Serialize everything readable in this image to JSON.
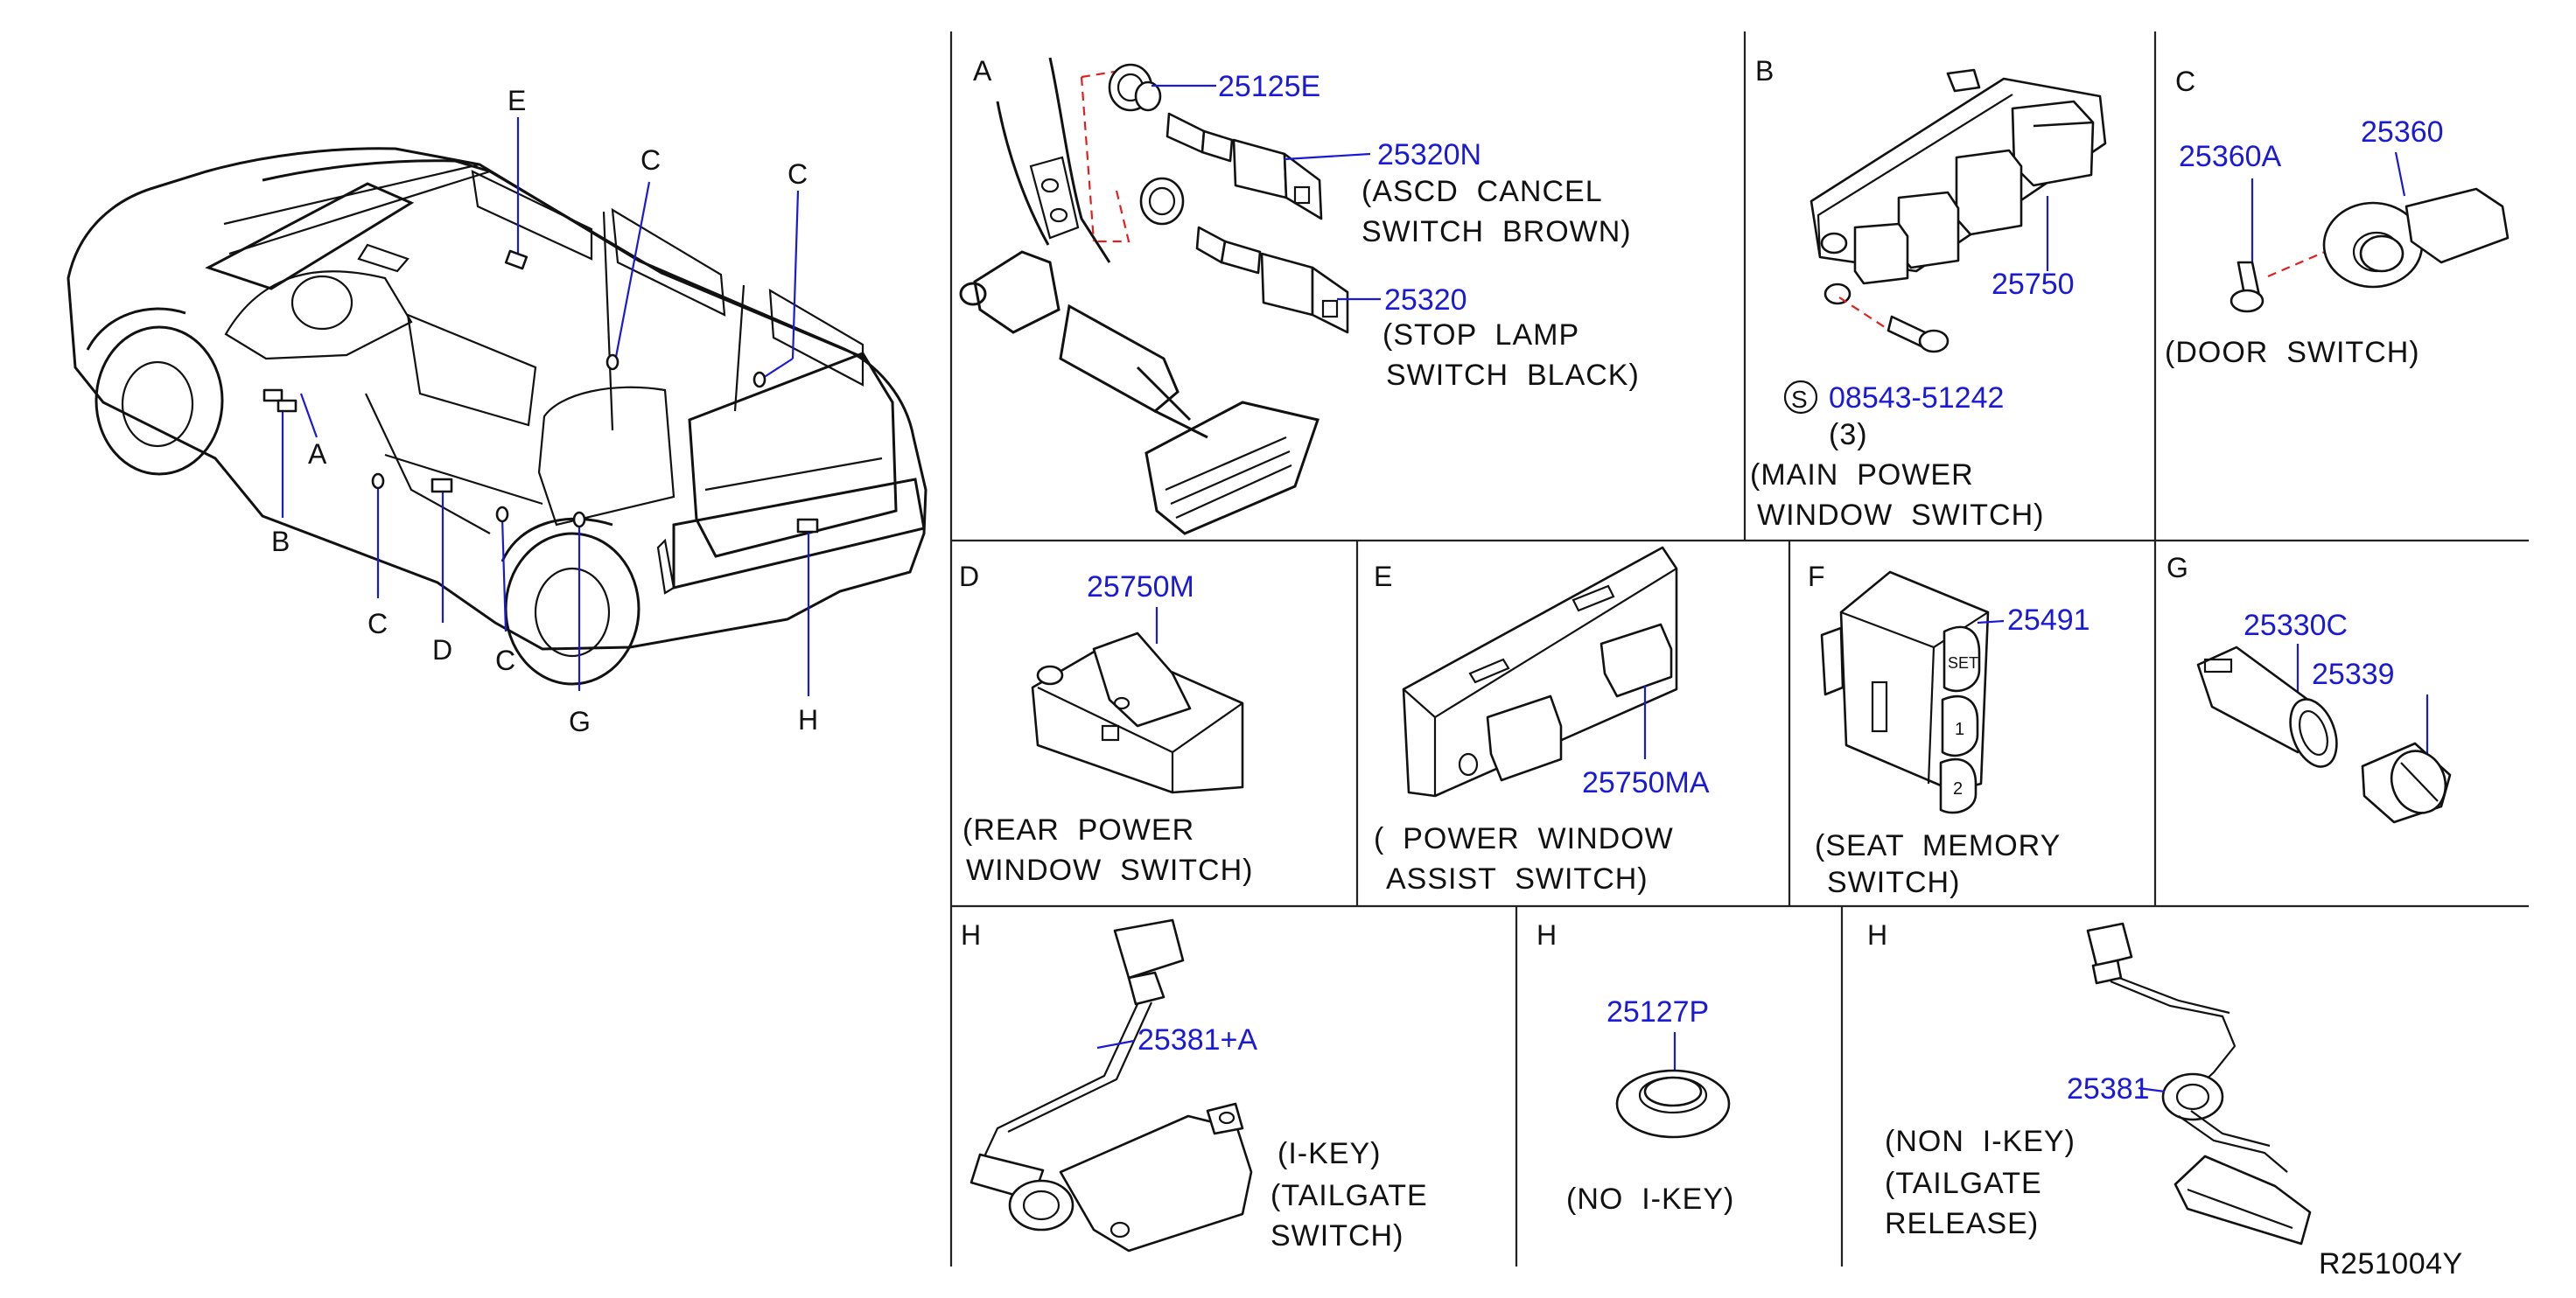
{
  "diagram": {
    "reference_code": "R251004Y",
    "overview": {
      "callouts": [
        "E",
        "C",
        "C",
        "A",
        "B",
        "C",
        "D",
        "C",
        "G",
        "H"
      ]
    },
    "panels": {
      "A": {
        "letter": "A",
        "parts": [
          "25125E",
          "25320N",
          "25320"
        ],
        "notes": [
          [
            "(ASCD  CANCEL",
            "SWITCH  BROWN)"
          ],
          [
            "(STOP  LAMP",
            "SWITCH  BLACK)"
          ]
        ]
      },
      "B": {
        "letter": "B",
        "parts": [
          "25750",
          "08543-51242"
        ],
        "bolt_symbol": "S",
        "bolt_qty": "(3)",
        "caption": [
          "(MAIN  POWER",
          "WINDOW  SWITCH)"
        ]
      },
      "C": {
        "letter": "C",
        "parts": [
          "25360A",
          "25360"
        ],
        "caption": [
          "(DOOR  SWITCH)"
        ]
      },
      "D": {
        "letter": "D",
        "parts": [
          "25750M"
        ],
        "caption": [
          "(REAR  POWER",
          "WINDOW  SWITCH)"
        ]
      },
      "E": {
        "letter": "E",
        "parts": [
          "25750MA"
        ],
        "caption": [
          "(  POWER  WINDOW",
          "ASSIST  SWITCH)"
        ]
      },
      "F": {
        "letter": "F",
        "parts": [
          "25491"
        ],
        "button_marks": [
          "SET",
          "1",
          "2"
        ],
        "caption": [
          "(SEAT  MEMORY",
          "SWITCH)"
        ]
      },
      "G": {
        "letter": "G",
        "parts": [
          "25330C",
          "25339"
        ]
      },
      "H1": {
        "letter": "H",
        "parts": [
          "25381+A"
        ],
        "caption": [
          "(I-KEY)",
          "(TAILGATE",
          "SWITCH)"
        ]
      },
      "H2": {
        "letter": "H",
        "parts": [
          "25127P"
        ],
        "caption": [
          "(NO  I-KEY)"
        ]
      },
      "H3": {
        "letter": "H",
        "parts": [
          "25381"
        ],
        "caption": [
          "(NON  I-KEY)",
          "(TAILGATE",
          "RELEASE)"
        ]
      }
    }
  }
}
